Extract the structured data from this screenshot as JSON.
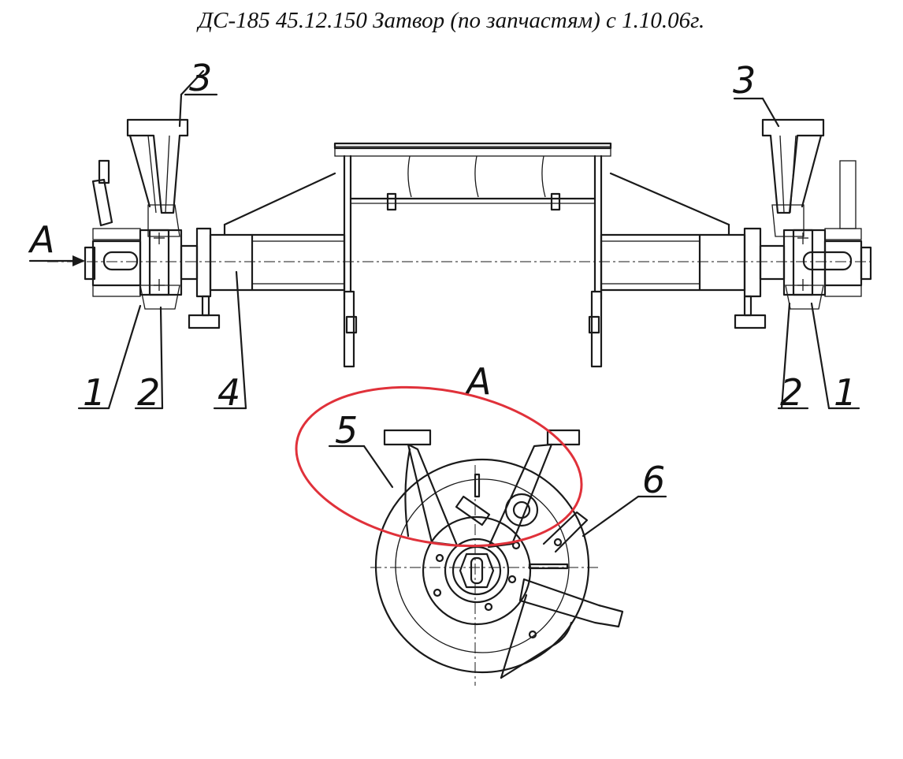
{
  "title": "ДС-185 45.12.150 Затвор (по запчастям) с 1.10.06г.",
  "view_marker": "A",
  "view_label": "A",
  "callouts": {
    "left_1": "1",
    "left_2": "2",
    "left_3": "3",
    "left_4": "4",
    "right_1": "1",
    "right_2": "2",
    "right_3": "3",
    "detail_5": "5",
    "detail_6": "6"
  },
  "colors": {
    "ink": "#1a1a1a",
    "highlight": "#e0313a"
  }
}
